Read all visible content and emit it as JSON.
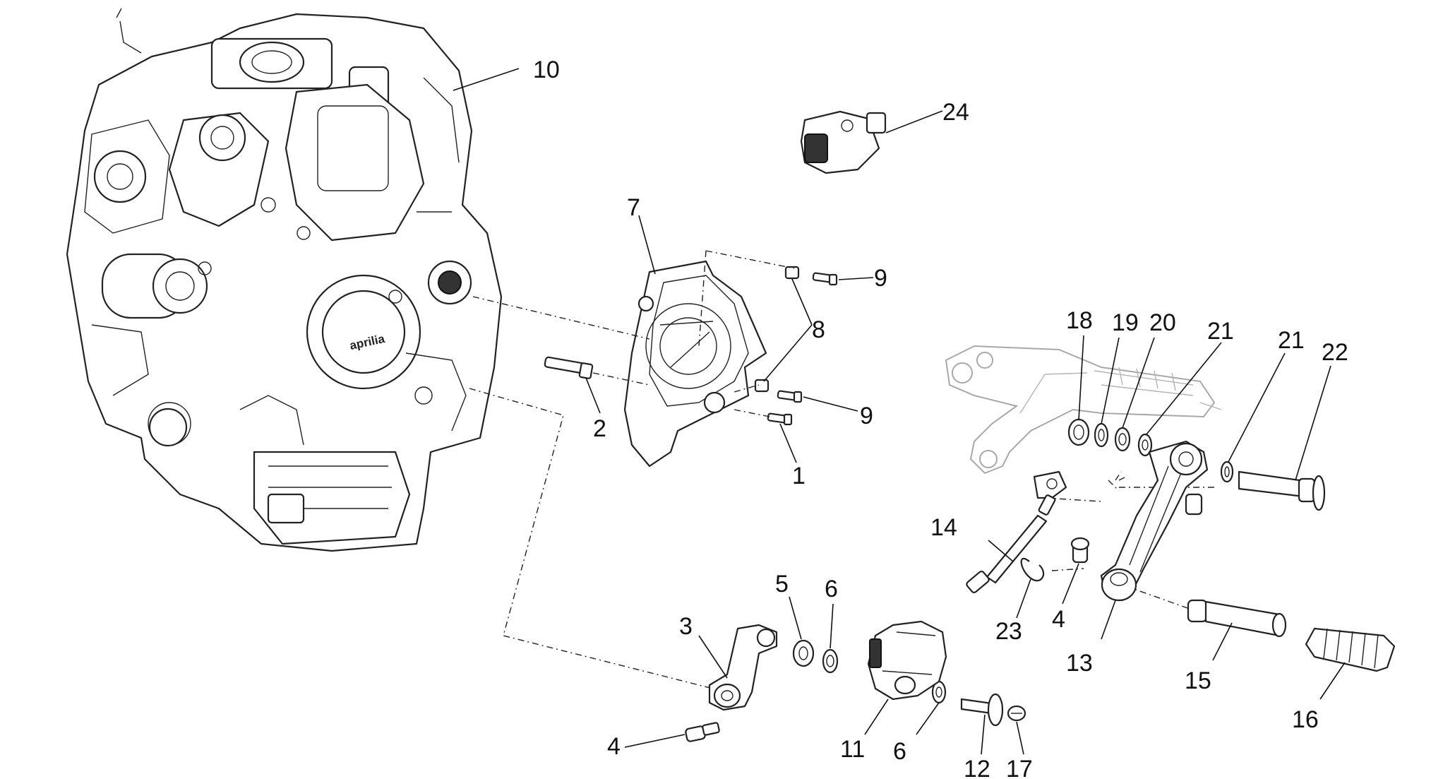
{
  "diagram": {
    "parts": [
      {
        "key": "p1",
        "label": "1",
        "icon": "screw-icon"
      },
      {
        "key": "p2",
        "label": "2",
        "icon": "stud-bolt-icon"
      },
      {
        "key": "p3",
        "label": "3",
        "icon": "gear-lever-arm-icon"
      },
      {
        "key": "p4a",
        "label": "4",
        "icon": "screw-icon"
      },
      {
        "key": "p4b",
        "label": "4",
        "icon": "screw-icon"
      },
      {
        "key": "p5",
        "label": "5",
        "icon": "bushing-icon"
      },
      {
        "key": "p6a",
        "label": "6",
        "icon": "washer-icon"
      },
      {
        "key": "p6b",
        "label": "6",
        "icon": "washer-icon"
      },
      {
        "key": "p7",
        "label": "7",
        "icon": "sprocket-cover-icon"
      },
      {
        "key": "p8",
        "label": "8",
        "icon": "spacer-icon"
      },
      {
        "key": "p9a",
        "label": "9",
        "icon": "screw-icon"
      },
      {
        "key": "p9b",
        "label": "9",
        "icon": "screw-icon"
      },
      {
        "key": "p10",
        "label": "10",
        "icon": "engine-icon"
      },
      {
        "key": "p11",
        "label": "11",
        "icon": "shift-sensor-icon"
      },
      {
        "key": "p12",
        "label": "12",
        "icon": "pin-icon"
      },
      {
        "key": "p13",
        "label": "13",
        "icon": "screw-icon"
      },
      {
        "key": "p14",
        "label": "14",
        "icon": "linkage-rod-icon"
      },
      {
        "key": "p15",
        "label": "15",
        "icon": "gear-pedal-icon"
      },
      {
        "key": "p16",
        "label": "16",
        "icon": "footpeg-pin-icon"
      },
      {
        "key": "p17",
        "label": "17",
        "icon": "rubber-grip-icon"
      },
      {
        "key": "p18",
        "label": "18",
        "icon": "bearing-icon"
      },
      {
        "key": "p19",
        "label": "19",
        "icon": "washer-icon"
      },
      {
        "key": "p20",
        "label": "20",
        "icon": "washer-icon"
      },
      {
        "key": "p21a",
        "label": "21",
        "icon": "washer-icon"
      },
      {
        "key": "p21b",
        "label": "21",
        "icon": "washer-icon"
      },
      {
        "key": "p22",
        "label": "22",
        "icon": "pivot-pin-icon"
      },
      {
        "key": "p23",
        "label": "23",
        "icon": "circlip-icon"
      },
      {
        "key": "p24",
        "label": "24",
        "icon": "sensor-icon"
      }
    ],
    "engine_logo_text": "aprilia",
    "colors": {
      "line": "#222222",
      "faint": "#a8a8a8",
      "background": "#ffffff"
    }
  }
}
